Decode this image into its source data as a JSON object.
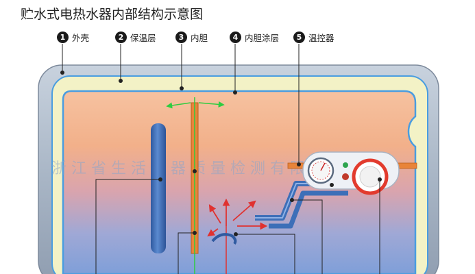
{
  "title": "贮水式电热水器内部结构示意图",
  "legend": [
    {
      "num": "1",
      "label": "外壳"
    },
    {
      "num": "2",
      "label": "保温层"
    },
    {
      "num": "3",
      "label": "内胆"
    },
    {
      "num": "4",
      "label": "内胆涂层"
    },
    {
      "num": "5",
      "label": "温控器"
    }
  ],
  "colors": {
    "shell": "#a9b6c6",
    "insulation": "#f3f2c6",
    "inner_wall": "#4a9de0",
    "water_top": "#f2b08a",
    "water_bottom": "#7f9fd8",
    "pipe": "#3d6fb8",
    "heat_rod": "#e8843a",
    "green_line": "#2ecc40",
    "red_arrow": "#e0312f"
  },
  "watermark": "浙江省生活电器质量检测有限公司"
}
